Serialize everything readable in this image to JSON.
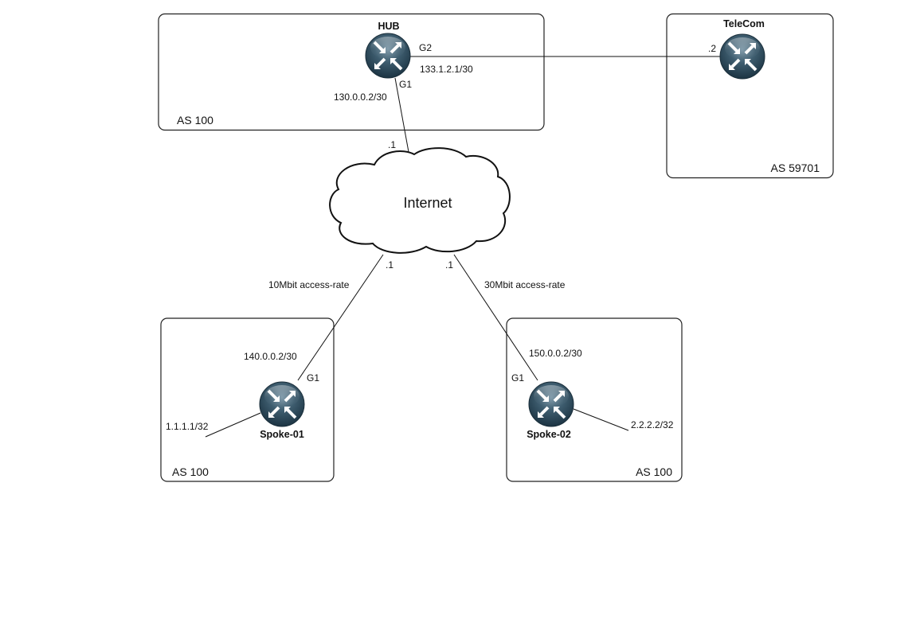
{
  "colors": {
    "router_dark": "#1f3a4a",
    "router_light": "#6f8c9c",
    "line": "#111111",
    "background": "#ffffff"
  },
  "areas": {
    "hub_as": "AS 100",
    "telecom_as": "AS 59701",
    "spoke01_as": "AS 100",
    "spoke02_as": "AS 100"
  },
  "nodes": {
    "hub": {
      "name": "HUB",
      "icon": "router-icon"
    },
    "telecom": {
      "name": "TeleCom",
      "icon": "router-icon"
    },
    "spoke01": {
      "name": "Spoke-01",
      "icon": "router-icon"
    },
    "spoke02": {
      "name": "Spoke-02",
      "icon": "router-icon"
    },
    "internet": {
      "name": "Internet",
      "icon": "cloud-icon"
    }
  },
  "links": {
    "hub_telecom": {
      "hub_if": "G2",
      "hub_ip": "133.1.2.1/30",
      "telecom_ip": ".2"
    },
    "hub_internet": {
      "hub_if": "G1",
      "hub_ip": "130.0.0.2/30",
      "internet_ip": ".1"
    },
    "spoke01_internet": {
      "spoke_if": "G1",
      "spoke_ip": "140.0.0.2/30",
      "internet_ip": ".1",
      "rate": "10Mbit access-rate"
    },
    "spoke02_internet": {
      "spoke_if": "G1",
      "spoke_ip": "150.0.0.2/30",
      "internet_ip": ".1",
      "rate": "30Mbit access-rate"
    },
    "spoke01_loopback": {
      "ip": "1.1.1.1/32"
    },
    "spoke02_loopback": {
      "ip": "2.2.2.2/32"
    }
  }
}
